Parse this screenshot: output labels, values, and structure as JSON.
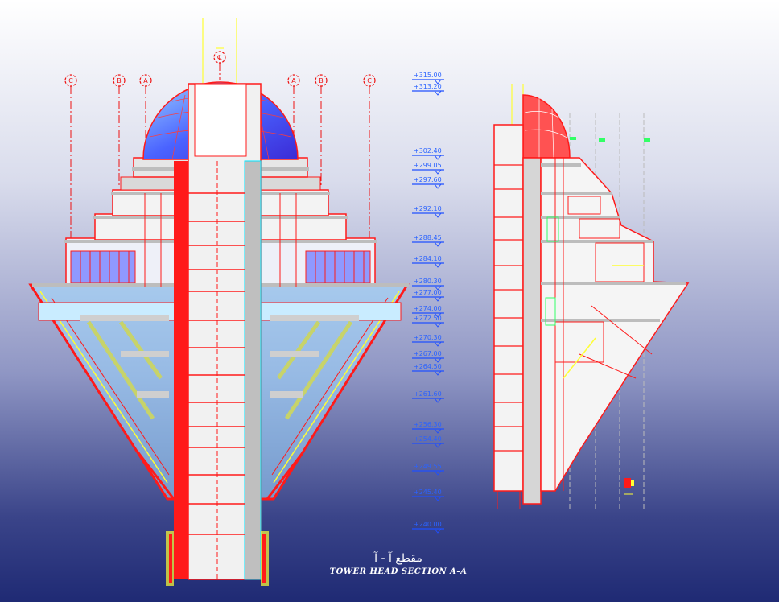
{
  "drawing": {
    "caption_arabic": "مقطع آ - آ",
    "caption_english": "TOWER HEAD SECTION A-A",
    "centerline_marker": "℄",
    "grid_axes": [
      "C",
      "B",
      "A",
      "A",
      "B",
      "C"
    ],
    "levels": [
      "+315.00",
      "+313.20",
      "+302.40",
      "+299.05",
      "+297.60",
      "+292.10",
      "+288.45",
      "+284.10",
      "+280.30",
      "+277.00",
      "+274.00",
      "+272.50",
      "+270.30",
      "+267.00",
      "+264.50",
      "+261.60",
      "+256.30",
      "+254.40",
      "+249.55",
      "+245.40",
      "+240.00"
    ]
  },
  "colors": {
    "structure": "#ff1a1a",
    "concrete": "#d3d3d3",
    "glass": "#8fa8ff",
    "dome": "#3f6bff",
    "outline": "#ffff33",
    "level": "#1f4fff",
    "cyan": "#00e5ff"
  }
}
